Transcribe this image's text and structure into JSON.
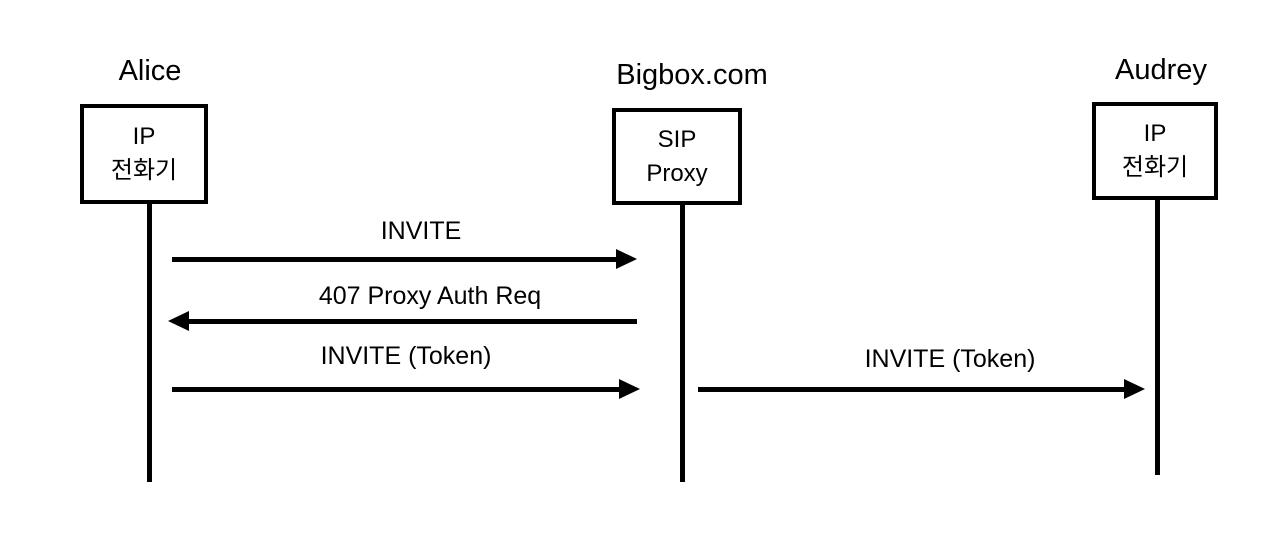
{
  "diagram": {
    "type": "sequence-diagram",
    "actors": [
      {
        "id": "alice",
        "name": "Alice",
        "box_line1": "IP",
        "box_line2": "전화기"
      },
      {
        "id": "bigbox",
        "name": "Bigbox.com",
        "box_line1": "SIP",
        "box_line2": "Proxy"
      },
      {
        "id": "audrey",
        "name": "Audrey",
        "box_line1": "IP",
        "box_line2": "전화기"
      }
    ],
    "messages": [
      {
        "label": "INVITE",
        "from": "Alice",
        "to": "Bigbox.com",
        "direction": "right"
      },
      {
        "label": "407 Proxy Auth Req",
        "from": "Bigbox.com",
        "to": "Alice",
        "direction": "left"
      },
      {
        "label": "INVITE (Token)",
        "from": "Alice",
        "to": "Bigbox.com",
        "direction": "right"
      },
      {
        "label": "INVITE (Token)",
        "from": "Bigbox.com",
        "to": "Audrey",
        "direction": "right"
      }
    ],
    "colors": {
      "line": "#000000",
      "text": "#000000",
      "background": "#ffffff"
    }
  }
}
